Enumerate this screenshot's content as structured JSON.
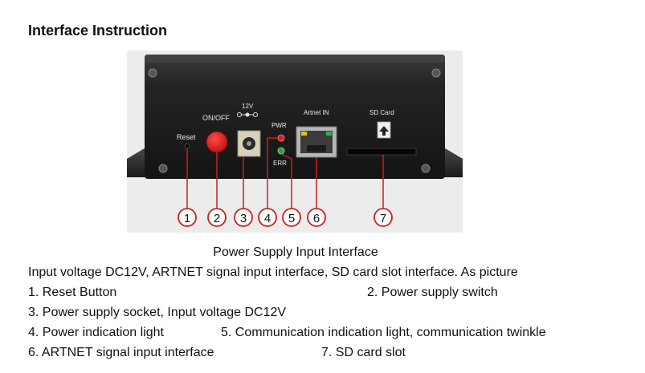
{
  "title": "Interface Instruction",
  "figure": {
    "labels": {
      "reset": "Reset",
      "on_off": "ON/OFF",
      "twelve_v": "12V",
      "pwr": "PWR",
      "err": "ERR",
      "artnet_in": "Artnet IN",
      "sd_card": "SD Card"
    },
    "callouts": [
      "1",
      "2",
      "3",
      "4",
      "5",
      "6",
      "7"
    ],
    "colors": {
      "panel": "#1f1f1f",
      "callout": "#cc1f1f",
      "power_button": "#e0191b",
      "pwr_led": "#d32020",
      "err_led": "#2aa043"
    }
  },
  "caption": "Power Supply Input Interface",
  "description": "Input voltage DC12V, ARTNET signal input interface, SD card slot interface. As picture",
  "items": [
    {
      "text": "1.  Reset Button"
    },
    {
      "text": "2. Power supply switch"
    },
    {
      "text": "3. Power supply socket, Input voltage DC12V"
    },
    {
      "text": "4.  Power indication light"
    },
    {
      "text": "5. Communication indication light, communication twinkle"
    },
    {
      "text": "6.  ARTNET signal input interface"
    },
    {
      "text": "7. SD card slot"
    }
  ]
}
